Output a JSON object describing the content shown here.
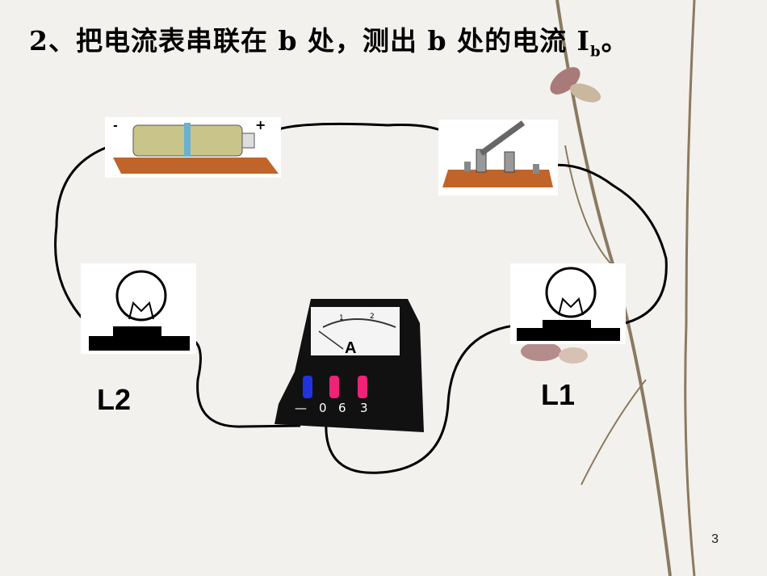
{
  "title": {
    "text": "2、把电流表串联在 b 处，测出 b 处的电流 I",
    "subscript": "b",
    "end": "。"
  },
  "labels": {
    "l1": "L1",
    "l2": "L2"
  },
  "battery": {
    "minus": "-",
    "plus": "+"
  },
  "ammeter": {
    "symbol": "A",
    "terminals": [
      "—",
      "0",
      "6",
      "3"
    ],
    "scale": [
      "1",
      "2"
    ]
  },
  "page_number": "3"
}
